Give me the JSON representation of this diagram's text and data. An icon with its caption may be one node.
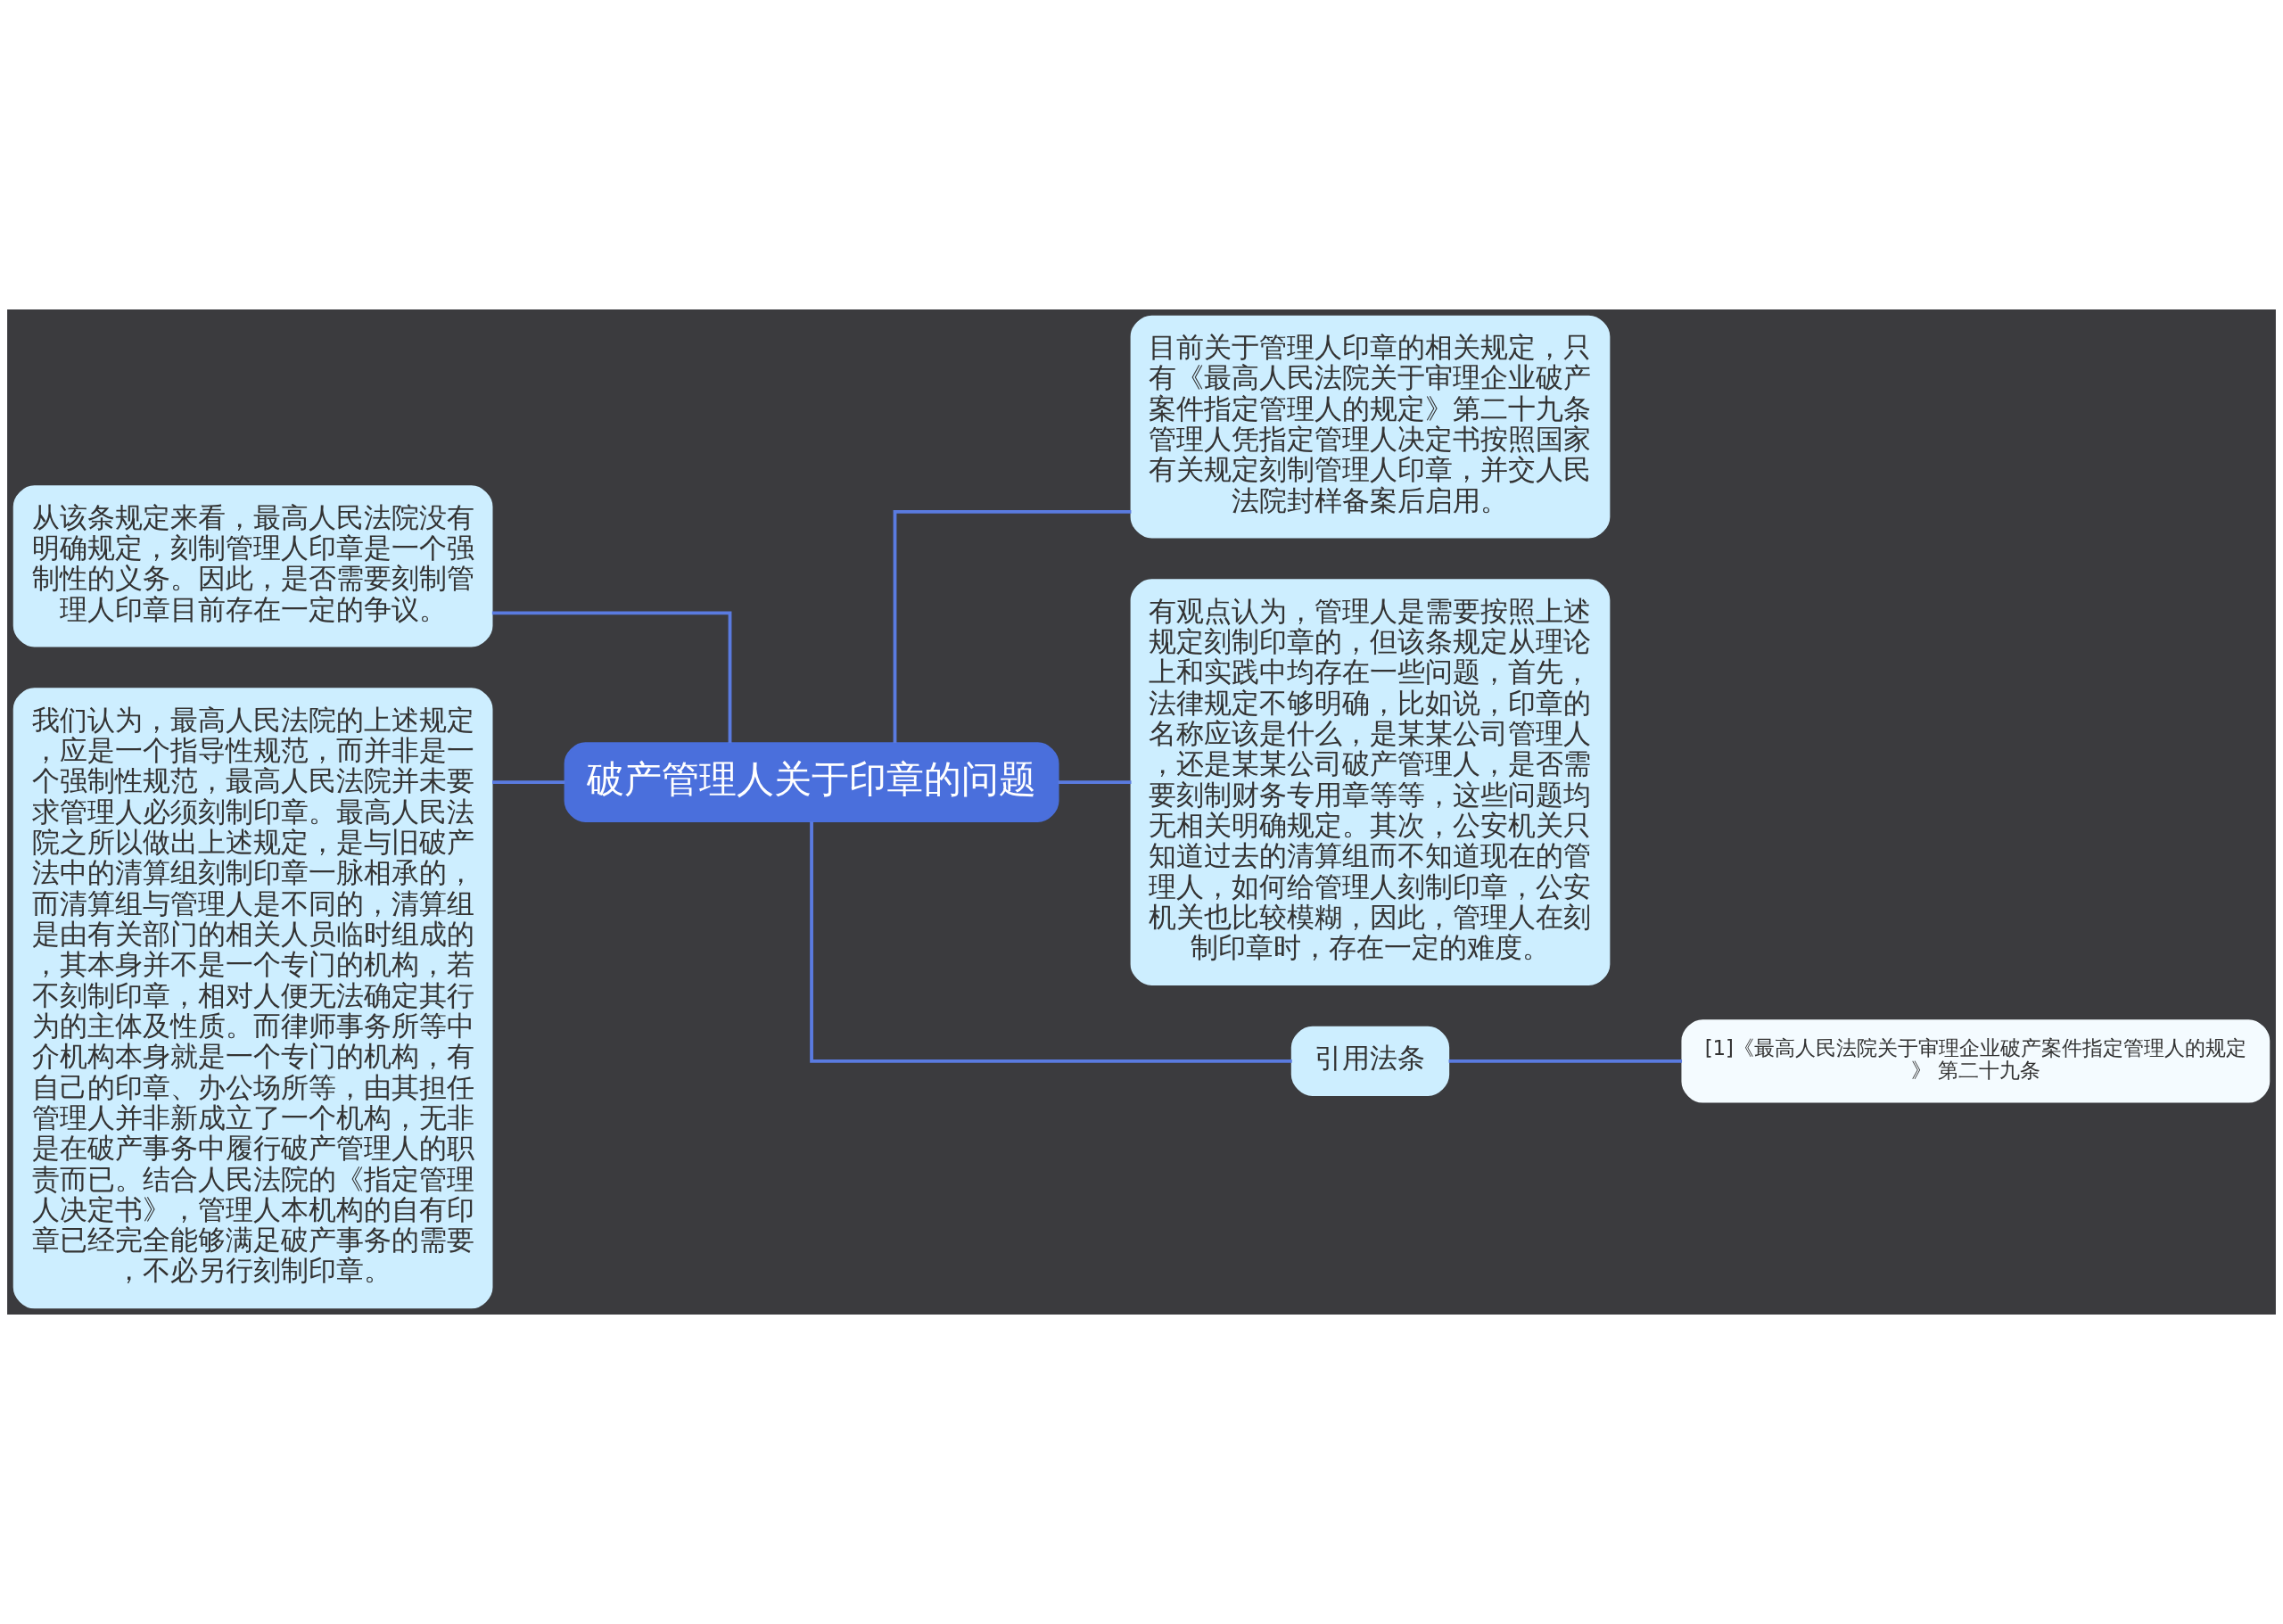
{
  "diagram": {
    "nodes": [
      {
        "text": [
          "破产管理人关于印章的问题"
        ]
      },
      {
        "text": [
          "从该条规定来看，最高人民法院没有明确规定，刻制管理人印章是一个强制性的义务。因此，是否需要刻制管理人印章目前存在一定的争议。"
        ]
      },
      {
        "text": [
          "我们认为，最高人民法院的上述规定，应是一个指导性规范，而并非是一个强制性规范，最高人民法院并未要求管理人必须刻制印章。最高人民法院之所以做出上述规定，是与旧破产法中的清算组刻制印章一脉相承的，而清算组与管理人是不同的，清算组是由有关部门的相关人员临时组成的，其本身并不是一个专门的机构，若不刻制印章，相对人便无法确定其行为的主体及性质。而律师事务所等中介机构本身就是一个专门的机构，有自己的印章、办公场所等，由其担任管理人并非新成立了一个机构，无非是在破产事务中履行破产管理人的职责而已。结合人民法院的《指定管理人决定书》，管理人本机构的自有印章已经完全能够满足破产事务的需要，不必另行刻制印章。"
        ]
      },
      {
        "text": [
          "目前关于管理人印章的相关规定，只有《最高人民法院关于审理企业破产案件指定管理人的规定》第二十九条管理人凭指定管理人决定书按照国家有关规定刻制管理人印章，并交人民法院封样备案后启用。"
        ]
      },
      {
        "text": [
          "有观点认为，管理人是需要按照上述规定刻制印章的，但该条规定从理论上和实践中均存在一些问题，首先，法律规定不够明确，比如说，印章的名称应该是什么，是某某公司管理人，还是某某公司破产管理人，是否需要刻制财务专用章等等，这些问题均无相关明确规定。其次，公安机关只知道过去的清算组而不知道现在的管理人，如何给管理人刻制印章，公安机关也比较模糊，因此，管理人在刻制印章时，存在一定的难度。"
        ]
      },
      {
        "text": [
          "引用法条"
        ]
      },
      {
        "text": [
          "[1]《最高人民法院关于审理企业破产案件指定管理人的规定》 第二十九条"
        ]
      }
    ],
    "edges": [
      {
        "from": 0,
        "to": 1,
        "arrow": "none"
      },
      {
        "from": 0,
        "to": 2,
        "arrow": "none"
      },
      {
        "from": 0,
        "to": 3,
        "arrow": "none"
      },
      {
        "from": 0,
        "to": 4,
        "arrow": "none"
      },
      {
        "from": 0,
        "to": 5,
        "arrow": "none"
      },
      {
        "from": 5,
        "to": 6,
        "arrow": "none"
      }
    ]
  }
}
